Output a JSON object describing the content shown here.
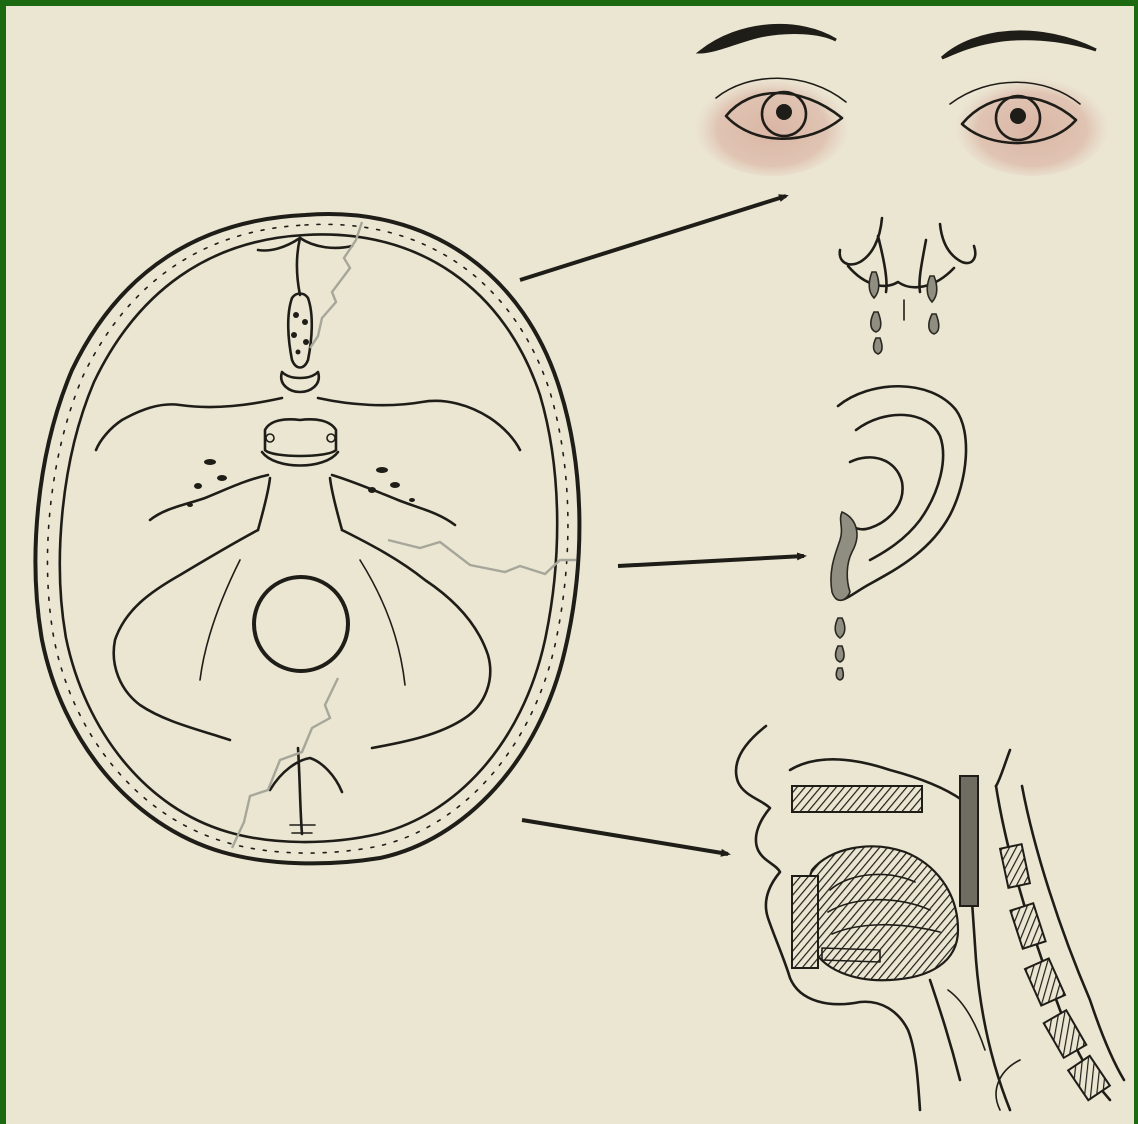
{
  "colors": {
    "frame": "#1b6a12",
    "paper": "#ebe6d2",
    "ink": "#1f1d18",
    "fracture": "#a6a79a",
    "bruise": "#d9b3a2",
    "fluid": "#908e80"
  },
  "figure": {
    "skull_base": {
      "icon": "skull-base-superior-view"
    },
    "targets": [
      {
        "id": "periorbital-ecchymosis",
        "icon": "eyes-icon"
      },
      {
        "id": "csf-rhinorrhea",
        "icon": "nose-drip-icon"
      },
      {
        "id": "csf-otorrhea",
        "icon": "ear-drip-icon"
      },
      {
        "id": "pharynx-sagittal",
        "icon": "head-neck-sagittal-icon"
      }
    ]
  }
}
